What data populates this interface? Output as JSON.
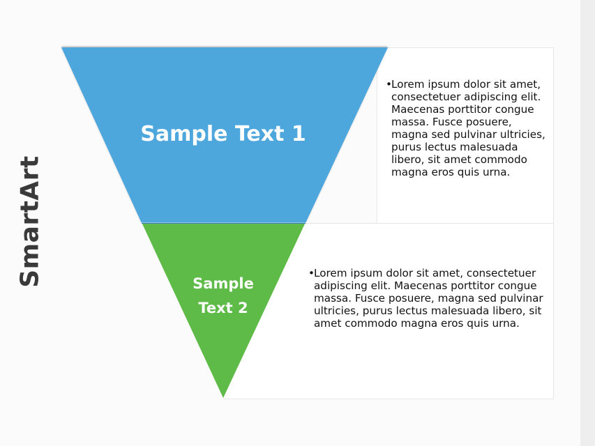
{
  "slide": {
    "title": "SmartArt",
    "colors": {
      "segment1": "#4EA6DC",
      "segment2": "#5EBB47",
      "title_text": "#3A3A3A",
      "panel_bg": "#FFFFFF",
      "page_bg": "#FBFBFB",
      "side_strip": "#EEEEEE"
    },
    "funnel": [
      {
        "label": "Sample Text 1",
        "bullet": "•",
        "description": "Lorem ipsum dolor sit amet, consectetuer adipiscing elit. Maecenas porttitor congue massa. Fusce posuere, magna sed pulvinar ultricies, purus lectus malesuada libero, sit amet commodo magna eros quis urna."
      },
      {
        "label_line1": "Sample",
        "label_line2": "Text 2",
        "bullet": "•",
        "description": "Lorem ipsum dolor sit amet, consectetuer adipiscing elit. Maecenas porttitor congue massa. Fusce posuere, magna sed pulvinar ultricies, purus lectus malesuada libero, sit amet commodo magna eros quis urna."
      }
    ]
  }
}
